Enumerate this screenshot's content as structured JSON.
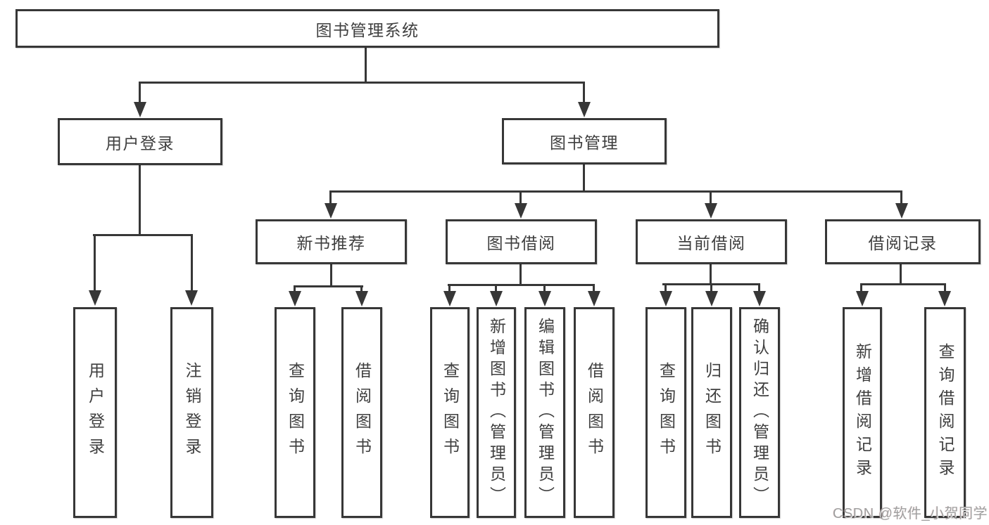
{
  "title": "图书管理系统",
  "watermark": "CSDN @软件_小贺同学",
  "colors": {
    "line": "#373737",
    "text": "#3f3f3f",
    "background": "#ffffff",
    "watermark": "#9f9f9f"
  },
  "nodes": {
    "root": "图书管理系统",
    "user_login": "用户登录",
    "book_mgmt": "图书管理",
    "new_book_rec": "新书推荐",
    "book_borrow": "图书借阅",
    "current_borrow": "当前借阅",
    "borrow_record": "借阅记录",
    "ul_login": "用户登录",
    "ul_logout": "注销登录",
    "nbr_query": "查询图书",
    "nbr_borrow": "借阅图书",
    "bb_query": "查询图书",
    "bb_add": "新增图书（管理员）",
    "bb_edit": "编辑图书（管理员）",
    "bb_borrow": "借阅图书",
    "cb_query": "查询图书",
    "cb_return": "归还图书",
    "cb_confirm": "确认归还（管理员）",
    "br_add": "新增借阅记录",
    "br_query": "查询借阅记录"
  }
}
